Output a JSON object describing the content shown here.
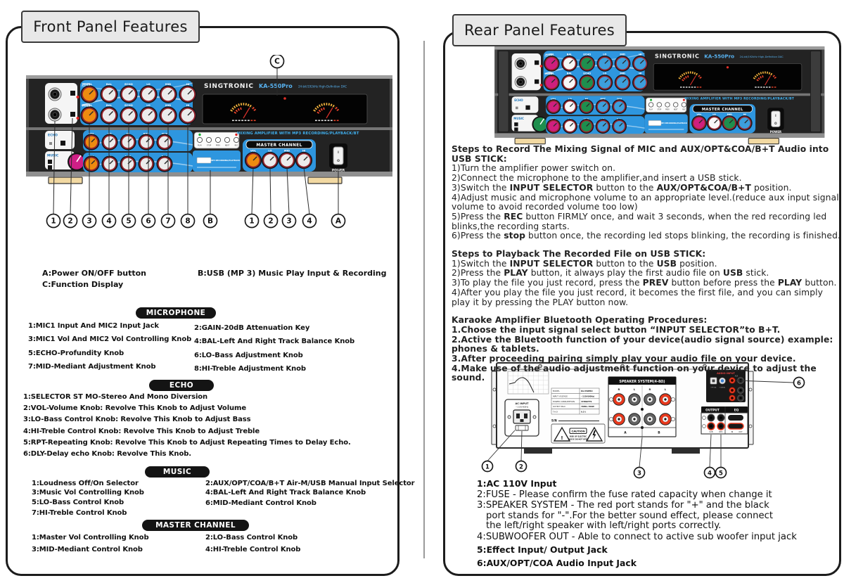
{
  "left": {
    "title": "Front Panel Features",
    "legend": {
      "a": "A:Power ON/OFF button",
      "b": "B:USB (MP 3) Music Play Input & Recording",
      "c": "C:Function Display"
    },
    "microphone": {
      "heading": "MICROPHONE",
      "left_items": [
        "1:MIC1 Input And MIC2 Input Jack",
        "3:MIC1 Vol And MIC2 Vol Controlling Knob",
        "5:ECHO-Profundity Knob",
        "7:MID-Mediant Adjustment Knob"
      ],
      "right_items": [
        "2:GAIN-20dB Attenuation Key",
        "4:BAL-Left And Right Track Balance Knob",
        "6:LO-Bass Adjustment Knob",
        "8:HI-Treble Adjustment Knob"
      ]
    },
    "echo": {
      "heading": "ECHO",
      "items": [
        "1:SELECTOR ST MO-Stereo And Mono Diversion",
        "2:VOL-Volume Knob: Revolve This Knob to Adjust Volume",
        "3:LO-Bass Control Knob: Revolve This Knob to Adjust Bass",
        "4:HI-Treble Control Knob: Revolve This Knob to Adjust Treble",
        "5:RPT-Repeating Knob: Revolve This Knob to Adjust Repeating Times to Delay Echo.",
        "6:DLY-Delay echo Knob: Revolve This Knob."
      ]
    },
    "music": {
      "heading": "MUSIC",
      "left_items": [
        "1:Loudness Off/On Selector",
        "3:Music Vol Controlling Knob",
        "5:LO-Bass Control Knob",
        "7:HI-Treble Control Knob"
      ],
      "right_items": [
        "2:AUX/OPT/COA/B+T Air-M/USB Manual Input Selector",
        "4:BAL-Left And Right Track Balance Knob",
        "6:MID-Mediant Control Knob"
      ]
    },
    "master": {
      "heading": "MASTER CHANNEL",
      "left_items": [
        "1:Master Vol Controlling Knob",
        "3:MID-Mediant Control Knob"
      ],
      "right_items": [
        "2:LO-Bass Control Knob",
        "4:HI-Treble Control Knob"
      ]
    },
    "callouts": {
      "front": [
        "1",
        "2",
        "3",
        "4",
        "5",
        "6",
        "7",
        "8",
        "B"
      ],
      "master": [
        "1",
        "2",
        "3",
        "4",
        "A"
      ],
      "display": "C"
    }
  },
  "right": {
    "title": "Rear Panel Features",
    "record": {
      "heading": "Steps to Record The Mixing Signal of MIC and AUX/OPT&COA/B+T Audio into USB STICK:",
      "lines": [
        [
          [
            "1)Turn the amplifier power switch on.",
            0
          ]
        ],
        [
          [
            "2)Connect the microphone to the amplifier,and insert a USB stick.",
            0
          ]
        ],
        [
          [
            "3)Switch the ",
            0
          ],
          [
            "INPUT SELECTOR",
            1
          ],
          [
            " button to the ",
            0
          ],
          [
            "AUX/OPT&COA/B+T",
            1
          ],
          [
            "  position.",
            0
          ]
        ],
        [
          [
            "4)Adjust music and microphone volume to an appropriate level.(reduce aux input signal volume to avoid recorded volume too low)",
            0
          ]
        ],
        [
          [
            "5)Press the ",
            0
          ],
          [
            "REC",
            1
          ],
          [
            " button FIRMLY once, and wait 3 seconds, when the red recording led blinks,the recording starts.",
            0
          ]
        ],
        [
          [
            "6)Press the ",
            0
          ],
          [
            "stop",
            1
          ],
          [
            " button once, the recording led stops blinking, the recording is finished.",
            0
          ]
        ]
      ]
    },
    "playback": {
      "heading": "Steps to Playback The Recorded File on USB STICK:",
      "lines": [
        [
          [
            "1)Switch the ",
            0
          ],
          [
            "INPUT SELECTOR",
            1
          ],
          [
            " button to the ",
            0
          ],
          [
            "USB",
            1
          ],
          [
            " position.",
            0
          ]
        ],
        [
          [
            "2)Press the ",
            0
          ],
          [
            "PLAY",
            1
          ],
          [
            " button, it always play the first audio file on ",
            0
          ],
          [
            "USB",
            1
          ],
          [
            " stick.",
            0
          ]
        ],
        [
          [
            "3)To play the file you just record, press the ",
            0
          ],
          [
            "PREV",
            1
          ],
          [
            " button before press the ",
            0
          ],
          [
            "PLAY",
            1
          ],
          [
            " button.",
            0
          ]
        ],
        [
          [
            "4)After you play the file you just record, it becomes the first file, and you can simply play it by pressing the PLAY button now.",
            0
          ]
        ]
      ]
    },
    "bluetooth": {
      "heading": "Karaoke Amplifier Bluetooth Operating Procedures:",
      "lines": [
        [
          [
            "1.Choose the input signal select button “INPUT SELECTOR”to B+T.",
            1
          ]
        ],
        [
          [
            "2.Active the Bluetooth function of your device(audio signal source) example: phones & tablets.",
            1
          ]
        ],
        [
          [
            "3.After proceeding pairing simply play your audio file on your device.",
            1
          ]
        ],
        [
          [
            "4.Make use of the audio adjustment function on your device to adjust the sound.",
            1
          ]
        ]
      ]
    },
    "rear_labels": [
      {
        "lines": [
          "1:AC 110V Input"
        ],
        "bold": true,
        "cls": "mb1"
      },
      {
        "lines": [
          "2:FUSE - Please confirm the fuse rated capacity when change it"
        ],
        "bold": false,
        "cls": "mb1"
      },
      {
        "lines": [
          "3:SPEAKER SYSTEM - The red port stands for \"+\" and the black",
          "port stands for \"-\".For the better sound effect, please connect",
          "the left/right speaker with left/right ports correctly."
        ],
        "bold": false,
        "cls": "mb1"
      },
      {
        "lines": [
          "4:SUBWOOFER OUT - Able to connect to active sub woofer input jack"
        ],
        "bold": false,
        "cls": "mb3"
      },
      {
        "lines": [
          "5:Effect Input/ Output Jack"
        ],
        "bold": true,
        "cls": "mb5"
      },
      {
        "lines": [
          "6:AUX/OPT/COA Audio Input Jack"
        ],
        "bold": true,
        "cls": ""
      }
    ]
  },
  "amp": {
    "brand": "SINGTRONIC",
    "model": "KA-550Pro",
    "dac": "24-bit/192kHz High-Definition DAC",
    "tagline": "MIXING AMPLIFIER WITH MP3 RECORDING/PLAYBACK/BT",
    "master_label": "MASTER CHANNEL",
    "power_label": "POWER",
    "usb_label": "MP3 RECORDING/PLAYBACK",
    "tabs": {
      "mic1": "MIC1",
      "mic2": "MIC2",
      "echo": "ECHO",
      "music": "MUSIC"
    },
    "knob_labels": {
      "mic": [
        "VOL",
        "BAL",
        "ECHO",
        "LO",
        "MID",
        "HI"
      ],
      "echo": [
        "VOL",
        "LO",
        "HI",
        "RPT",
        "DLY"
      ],
      "music": [
        "VOL",
        "LO",
        "MID",
        "HI",
        "BAL"
      ],
      "master": [
        "VOL",
        "LO",
        "MID",
        "HI"
      ]
    },
    "usb_buttons": [
      "PLAY",
      "STOP",
      "PREV",
      "NEXT",
      "REC"
    ],
    "switch_marks": [
      "I",
      "O"
    ],
    "colors": {
      "strip": "#2e96df",
      "front_accents": [
        "#ee8b10",
        "#ececec",
        "#ececec",
        "#ececec"
      ],
      "front_selector": "#cf1f86",
      "rear_accents": [
        "#cf1f7e",
        "#f7f7f7",
        "#1e8f4e",
        "#3d9fdc"
      ],
      "rear_selector": "#1e8f4e"
    }
  },
  "rear_panel": {
    "graph_title": "BASS Frequency Response",
    "ac": {
      "label": "AC INPUT",
      "sub": "~110V/60Hz"
    },
    "table": {
      "rows": [
        [
          "MODEL",
          "KA-550PRO"
        ],
        [
          "INPUT VOLTAGE",
          "~110V(60Hz)"
        ],
        [
          "POWER CONSUMPTION",
          "370WATTS"
        ],
        [
          "OUTPUT MAX",
          "700W+700W"
        ],
        [
          "T.H.D",
          "0.1%"
        ]
      ]
    },
    "sn": "S/N",
    "caution": {
      "title": "CAUTION",
      "line1": "RISK OF ELECTRIC",
      "line2": "SHOCK DO NOT OPEN"
    },
    "speaker": {
      "header": "SPEAKER SYSTEM(4-8Ω)",
      "rl": [
        "R",
        "L",
        "R",
        "L"
      ],
      "groups": [
        "A",
        "B"
      ]
    },
    "audio_input": {
      "header": "AUDIO INPUT",
      "labels": [
        "OPTICAL",
        "COAXIAL",
        "AUX"
      ]
    },
    "output": {
      "header": "OUTPUT",
      "jacks": [
        "SUB",
        "REC"
      ]
    },
    "eq": {
      "header": "EQ",
      "jacks": [
        "IN",
        "OUT"
      ]
    },
    "callouts": [
      "1",
      "2",
      "3",
      "4",
      "5",
      "6"
    ]
  }
}
